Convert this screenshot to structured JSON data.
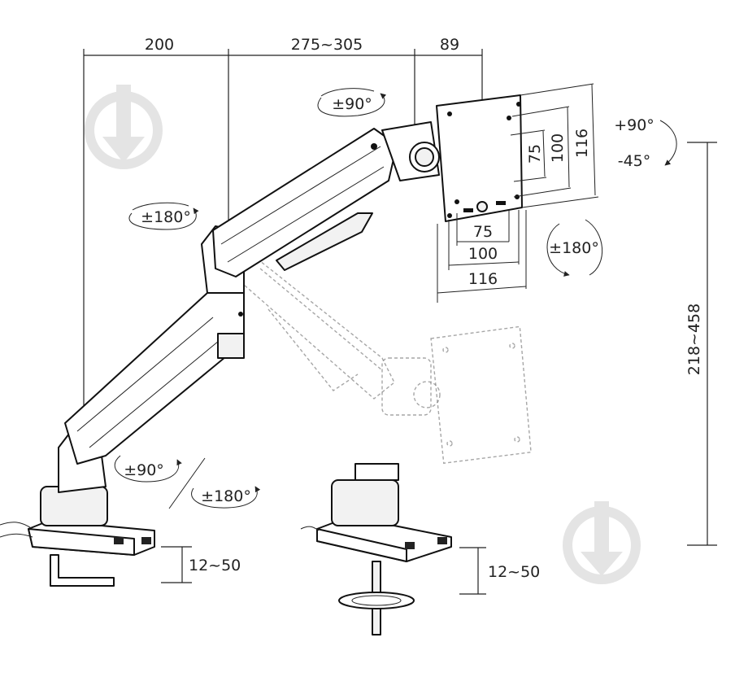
{
  "dimensions": {
    "top_left": "200",
    "top_middle": "275~305",
    "top_right": "89",
    "vesa_v_inner": "75",
    "vesa_v_mid": "100",
    "vesa_v_outer": "116",
    "vesa_h_inner": "75",
    "vesa_h_mid": "100",
    "vesa_h_outer": "116",
    "height_range": "218~458",
    "clamp_left": "12~50",
    "clamp_right": "12~50"
  },
  "angles": {
    "tilt_up": "+90°",
    "tilt_down": "-45°",
    "swivel_head": "±90°",
    "elbow_rotate": "±180°",
    "screen_rotate": "±180°",
    "base_swivel": "±90°",
    "base_rotate": "±180°"
  },
  "icons": {
    "watermark": "tag-icon"
  }
}
